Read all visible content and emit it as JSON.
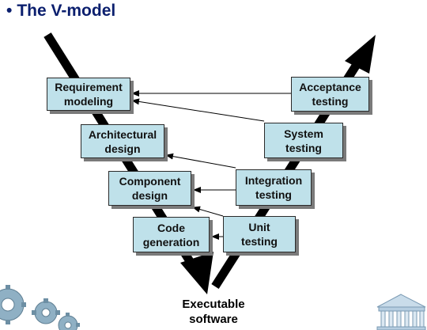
{
  "title": {
    "bullet": "•",
    "text": "The V-model"
  },
  "left_boxes": [
    {
      "id": "requirement",
      "label": "Requirement\nmodeling"
    },
    {
      "id": "architectural",
      "label": "Architectural\ndesign"
    },
    {
      "id": "component",
      "label": "Component\ndesign"
    },
    {
      "id": "code",
      "label": "Code\ngeneration"
    }
  ],
  "right_boxes": [
    {
      "id": "acceptance",
      "label": "Acceptance\ntesting"
    },
    {
      "id": "system",
      "label": "System\ntesting"
    },
    {
      "id": "integration",
      "label": "Integration\ntesting"
    },
    {
      "id": "unit",
      "label": "Unit\ntesting"
    }
  ],
  "bottom_label": "Executable\nsoftware",
  "colors": {
    "title": "#0b1f6e",
    "box_fill": "#bfe1ea",
    "box_border": "#2a2a2a",
    "arrow": "#000000"
  },
  "icons": [
    "gears-icon",
    "building-icon"
  ]
}
